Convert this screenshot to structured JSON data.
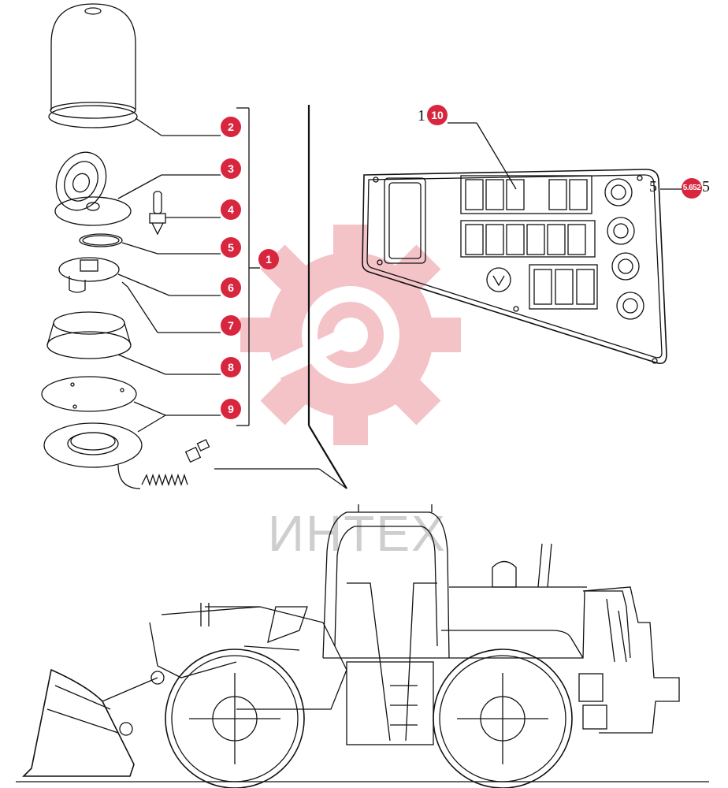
{
  "colors": {
    "callout": "#d7263d",
    "line": "#111111",
    "watermark": "#f3b9bf",
    "watermark_text": "#c9c9c9"
  },
  "watermark": {
    "text": "ИНТЕХ",
    "icon": "gear-wrench-logo"
  },
  "callouts": [
    {
      "id": "c1",
      "label": "1"
    },
    {
      "id": "c2",
      "label": "2"
    },
    {
      "id": "c3",
      "label": "3"
    },
    {
      "id": "c4",
      "label": "4"
    },
    {
      "id": "c5",
      "label": "5"
    },
    {
      "id": "c6",
      "label": "6"
    },
    {
      "id": "c7",
      "label": "7"
    },
    {
      "id": "c8",
      "label": "8"
    },
    {
      "id": "c9",
      "label": "9"
    },
    {
      "id": "c10",
      "label": "10"
    },
    {
      "id": "c11",
      "label": "5.652"
    }
  ],
  "side_labels": {
    "left_of_10": "1",
    "left_of_5652": "5",
    "right_of_5652": "5"
  }
}
